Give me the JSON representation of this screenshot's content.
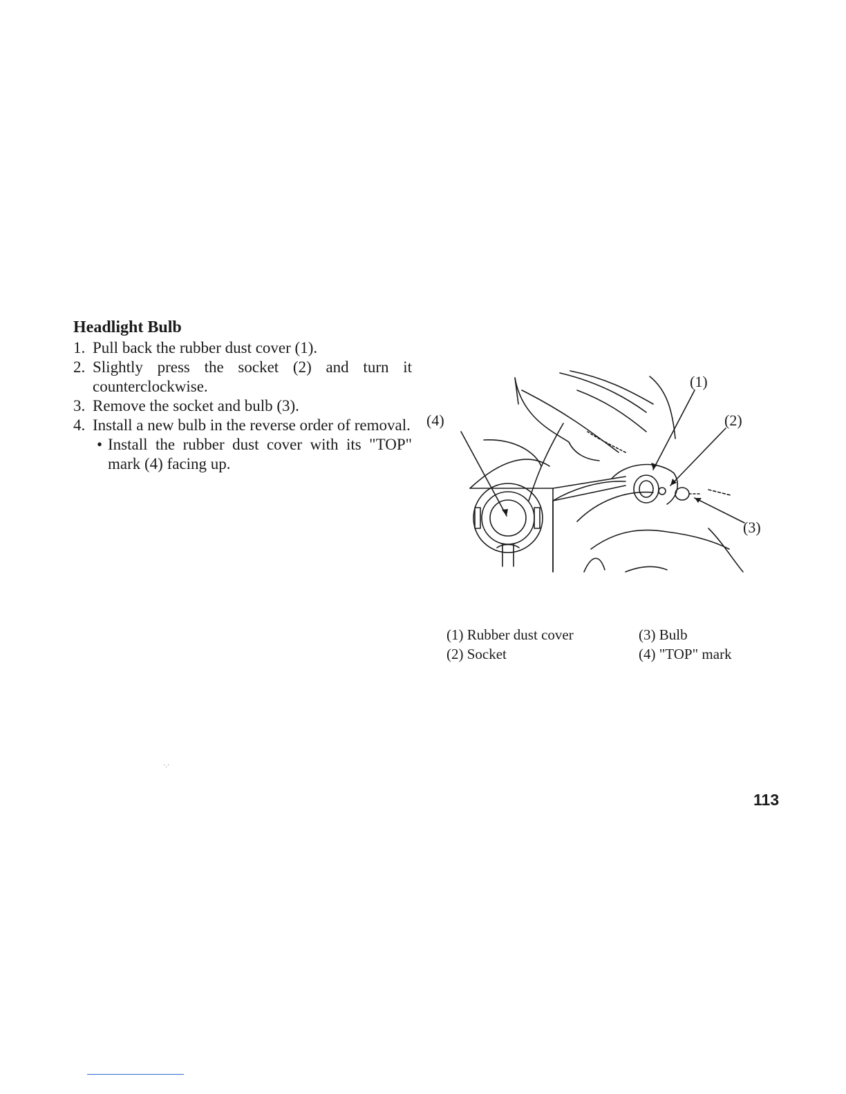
{
  "section": {
    "heading": "Headlight Bulb",
    "steps": [
      {
        "num": "1.",
        "text": "Pull back the rubber dust cover (1)."
      },
      {
        "num": "2.",
        "text": "Slightly press the socket (2) and turn it counterclockwise."
      },
      {
        "num": "3.",
        "text": "Remove the socket and bulb (3)."
      },
      {
        "num": "4.",
        "text": "Install a new bulb in the reverse order of removal."
      }
    ],
    "substep": {
      "bullet": "•",
      "text": "Install the rubber dust cover with its \"TOP\" mark (4) facing up."
    }
  },
  "figure": {
    "callouts": [
      "(1)",
      "(2)",
      "(3)",
      "(4)"
    ]
  },
  "legend": {
    "items": [
      "(1) Rubber dust cover",
      "(2) Socket",
      "(3) Bulb",
      "(4) \"TOP\" mark"
    ]
  },
  "page_number": "113",
  "stray_mark": "·.·"
}
